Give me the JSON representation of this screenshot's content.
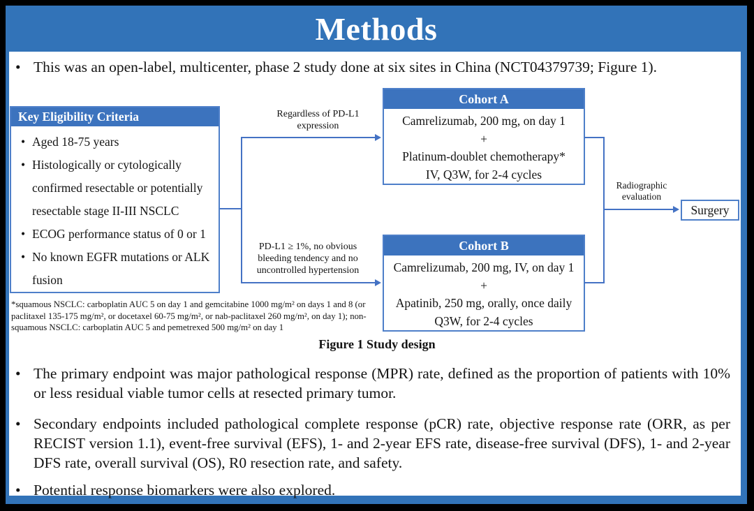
{
  "slide": {
    "title": "Methods",
    "intro_bullet": "This was an open-label, multicenter, phase 2 study done at six sites in China (NCT04379739; Figure 1).",
    "figure_caption": "Figure 1 Study design",
    "endpoint_bullets": [
      "The primary endpoint was major pathological response (MPR) rate, defined as the proportion of patients with 10% or less residual viable tumor cells at resected primary tumor.",
      "Secondary endpoints included pathological complete response (pCR) rate, objective response rate (ORR, as per RECIST version 1.1), event-free survival (EFS), 1- and 2-year EFS rate, disease-free survival (DFS), 1- and 2-year DFS rate, overall survival (OS), R0 resection rate, and safety.",
      "Potential response biomarkers were also explored."
    ]
  },
  "diagram": {
    "eligibility": {
      "header": "Key  Eligibility Criteria",
      "items": [
        "Aged 18-75 years",
        "Histologically or cytologically confirmed resectable or potentially resectable stage II-III NSCLC",
        "ECOG performance status of 0 or 1",
        "No known EGFR mutations or ALK fusion"
      ]
    },
    "branch_top_label": "Regardless of PD-L1 expression",
    "branch_bottom_label": "PD-L1 ≥ 1%, no obvious bleeding tendency and no uncontrolled hypertension",
    "cohort_a": {
      "header": "Cohort A",
      "lines": [
        "Camrelizumab, 200 mg, on day 1",
        "+",
        "Platinum-doublet chemotherapy*",
        "IV, Q3W, for 2-4 cycles"
      ]
    },
    "cohort_b": {
      "header": "Cohort B",
      "lines": [
        "Camrelizumab, 200 mg, IV, on day 1",
        "+",
        "Apatinib, 250 mg, orally, once daily",
        "Q3W, for 2-4 cycles"
      ]
    },
    "evaluation_label": "Radiographic evaluation",
    "surgery_label": "Surgery",
    "footnote": "*squamous NSCLC: carboplatin AUC 5 on day 1 and gemcitabine 1000 mg/m² on days 1 and 8 (or paclitaxel 135-175 mg/m², or docetaxel 60-75 mg/m², or nab-paclitaxel 260 mg/m², on day 1); non-squamous NSCLC: carboplatin AUC 5 and pemetrexed 500 mg/m² on day 1"
  },
  "ui": {
    "bullet_glyph": "•"
  },
  "colors": {
    "title_bar": "#3273B8",
    "box_header_fill": "#3C73BE",
    "box_border": "#4E7FC9",
    "connector_line": "#4472C4",
    "slide_background": "#FFFFFF",
    "outer_border": "#000000",
    "title_text": "#FFFFFF",
    "body_text": "#141414"
  }
}
